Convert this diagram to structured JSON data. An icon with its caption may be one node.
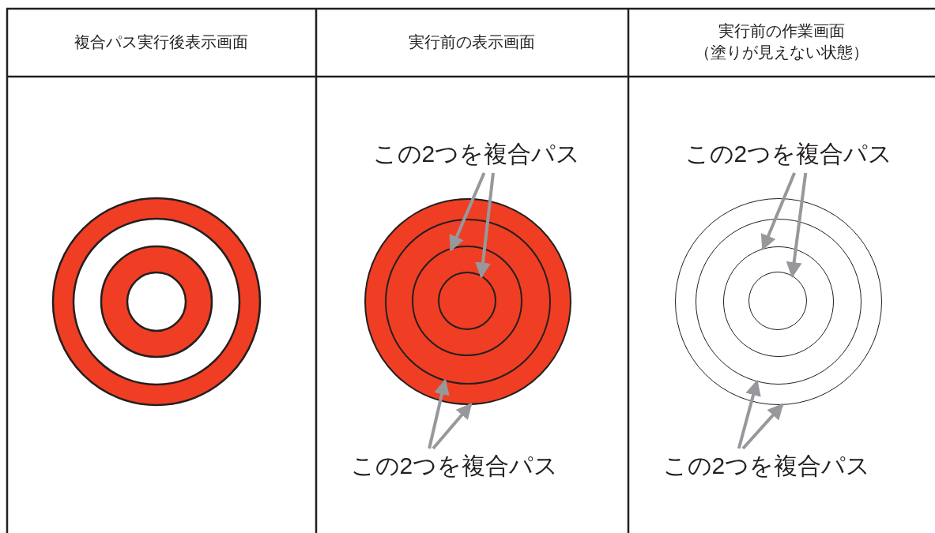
{
  "diagram": {
    "nodes": [
      {
        "text": [
          "この2つを複合パス"
        ]
      },
      {
        "text": [],
        "shape": "circle"
      },
      {
        "text": [],
        "shape": "circle",
        "in": 1
      },
      {
        "text": [],
        "shape": "circle",
        "in": 2
      },
      {
        "text": [],
        "shape": "circle",
        "in": 3
      },
      {
        "text": [
          "この2つを複合パス"
        ]
      },
      {
        "text": [
          "この2つを複合パス"
        ]
      },
      {
        "text": [],
        "shape": "circle"
      },
      {
        "text": [],
        "shape": "circle",
        "in": 7
      },
      {
        "text": [],
        "shape": "circle",
        "in": 8
      },
      {
        "text": [],
        "shape": "circle",
        "in": 9
      },
      {
        "text": [
          "この2つを複合パス"
        ]
      }
    ],
    "edges": [
      {
        "from": 0,
        "to": 3,
        "arrow": "to"
      },
      {
        "from": 0,
        "to": 4,
        "arrow": "to"
      },
      {
        "from": 5,
        "to": 2,
        "arrow": "to"
      },
      {
        "from": 5,
        "to": 1,
        "arrow": "to"
      },
      {
        "from": 6,
        "to": 9,
        "arrow": "to"
      },
      {
        "from": 6,
        "to": 10,
        "arrow": "to"
      },
      {
        "from": 11,
        "to": 8,
        "arrow": "to"
      },
      {
        "from": 11,
        "to": 7,
        "arrow": "to"
      }
    ],
    "labels": [
      "複合パス実行後表示画面",
      "実行前の表示画面",
      "実行前の作業画面（塗りが見えない状態）"
    ]
  }
}
